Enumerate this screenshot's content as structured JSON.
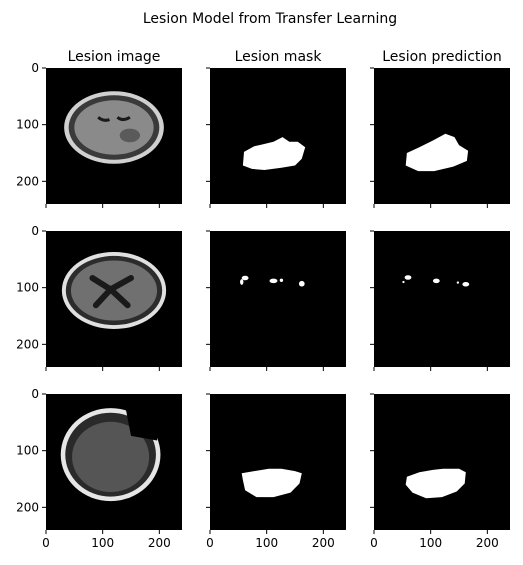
{
  "chart_data": {
    "type": "image-grid",
    "title": "Lesion Model from Transfer Learning",
    "column_titles": [
      "Lesion image",
      "Lesion mask",
      "Lesion prediction"
    ],
    "image_size": [
      240,
      240
    ],
    "xlim": [
      0,
      240
    ],
    "ylim": [
      240,
      0
    ],
    "xticks": [
      0,
      100,
      200
    ],
    "yticks": [
      0,
      100,
      200
    ],
    "x_tick_labels": [
      "0",
      "100",
      "200"
    ],
    "y_tick_labels": [
      "0",
      "100",
      "200"
    ],
    "colors": {
      "background": "#ffffff",
      "panel": "#000000",
      "tissue": "#8a8a8a",
      "lesion": "#ffffff"
    },
    "rows": [
      {
        "mask_region": [
          [
            60,
            148
          ],
          [
            78,
            138
          ],
          [
            92,
            135
          ],
          [
            112,
            130
          ],
          [
            128,
            122
          ],
          [
            140,
            130
          ],
          [
            155,
            130
          ],
          [
            168,
            140
          ],
          [
            162,
            160
          ],
          [
            150,
            172
          ],
          [
            126,
            176
          ],
          [
            96,
            180
          ],
          [
            74,
            178
          ],
          [
            58,
            172
          ]
        ],
        "prediction_region": [
          [
            58,
            150
          ],
          [
            80,
            140
          ],
          [
            104,
            128
          ],
          [
            126,
            116
          ],
          [
            142,
            122
          ],
          [
            150,
            136
          ],
          [
            166,
            146
          ],
          [
            164,
            164
          ],
          [
            140,
            174
          ],
          [
            106,
            182
          ],
          [
            78,
            182
          ],
          [
            56,
            172
          ]
        ],
        "mask_spots": [],
        "prediction_spots": []
      },
      {
        "mask_region": [],
        "prediction_region": [],
        "mask_spots": [
          {
            "cx": 62,
            "cy": 83,
            "rx": 6,
            "ry": 4
          },
          {
            "cx": 56,
            "cy": 90,
            "rx": 3,
            "ry": 5
          },
          {
            "cx": 112,
            "cy": 88,
            "rx": 7,
            "ry": 4
          },
          {
            "cx": 126,
            "cy": 87,
            "rx": 3,
            "ry": 3
          },
          {
            "cx": 162,
            "cy": 93,
            "rx": 5,
            "ry": 5
          }
        ],
        "prediction_spots": [
          {
            "cx": 60,
            "cy": 82,
            "rx": 6,
            "ry": 4
          },
          {
            "cx": 52,
            "cy": 90,
            "rx": 2,
            "ry": 2
          },
          {
            "cx": 110,
            "cy": 88,
            "rx": 6,
            "ry": 4
          },
          {
            "cx": 148,
            "cy": 91,
            "rx": 2,
            "ry": 2
          },
          {
            "cx": 162,
            "cy": 94,
            "rx": 6,
            "ry": 4
          }
        ]
      },
      {
        "mask_region": [
          [
            56,
            140
          ],
          [
            78,
            136
          ],
          [
            104,
            132
          ],
          [
            126,
            132
          ],
          [
            150,
            136
          ],
          [
            162,
            140
          ],
          [
            158,
            158
          ],
          [
            142,
            174
          ],
          [
            112,
            182
          ],
          [
            82,
            182
          ],
          [
            62,
            170
          ],
          [
            58,
            152
          ]
        ],
        "prediction_region": [
          [
            58,
            146
          ],
          [
            80,
            138
          ],
          [
            104,
            134
          ],
          [
            122,
            132
          ],
          [
            150,
            132
          ],
          [
            162,
            138
          ],
          [
            160,
            158
          ],
          [
            146,
            172
          ],
          [
            120,
            182
          ],
          [
            92,
            184
          ],
          [
            68,
            174
          ],
          [
            56,
            160
          ]
        ],
        "mask_spots": [],
        "prediction_spots": []
      }
    ]
  }
}
